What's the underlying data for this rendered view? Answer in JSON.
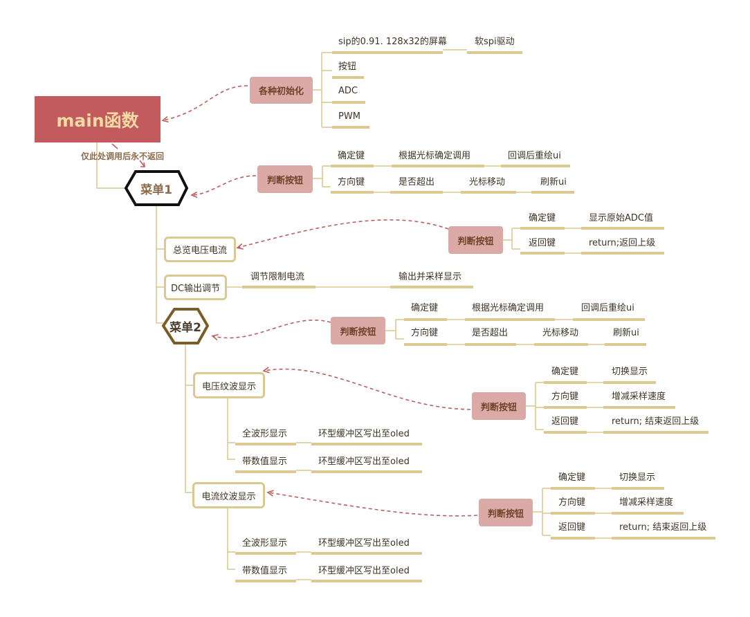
{
  "main": {
    "title": "main函数",
    "note": "仅此处调用后永不返回",
    "init": {
      "label": "各种初始化",
      "items": [
        "sip的0.91. 128x32的屏幕",
        "按钮",
        "ADC",
        "PWM"
      ],
      "driver": "软spi驱动"
    }
  },
  "menu1": {
    "label": "菜单1",
    "judge": {
      "label": "判断按钮",
      "confirm": [
        "确定键",
        "根据光标确定调用",
        "回调后重绘ui"
      ],
      "direction": [
        "方向键",
        "是否超出",
        "光标移动",
        "刷新ui"
      ]
    },
    "overview": {
      "label": "总览电压电流",
      "judge": {
        "label": "判断按钮",
        "confirm": [
          "确定键",
          "显示原始ADC值"
        ],
        "back": [
          "返回键",
          "return;返回上级"
        ]
      }
    },
    "dc": {
      "label": "DC输出调节",
      "items": [
        "调节限制电流",
        "输出并采样显示"
      ]
    }
  },
  "menu2": {
    "label": "菜单2",
    "judge": {
      "label": "判断按钮",
      "confirm": [
        "确定键",
        "根据光标确定调用",
        "回调后重绘ui"
      ],
      "direction": [
        "方向键",
        "是否超出",
        "光标移动",
        "刷新ui"
      ]
    },
    "voltage": {
      "label": "电压纹波显示",
      "judge": {
        "label": "判断按钮",
        "rows": [
          [
            "确定键",
            "切换显示"
          ],
          [
            "方向键",
            "增减采样速度"
          ],
          [
            "返回键",
            "return; 结束返回上级"
          ]
        ]
      },
      "full": [
        "全波形显示",
        "环型缓冲区写出至oled"
      ],
      "numeric": [
        "带数值显示",
        "环型缓冲区写出至oled"
      ]
    },
    "current": {
      "label": "电流纹波显示",
      "judge": {
        "label": "判断按钮",
        "rows": [
          [
            "确定键",
            "切换显示"
          ],
          [
            "方向键",
            "增减采样速度"
          ],
          [
            "返回键",
            "return; 结束返回上级"
          ]
        ]
      },
      "full": [
        "全波形显示",
        "环型缓冲区写出至oled"
      ],
      "numeric": [
        "带数值显示",
        "环型缓冲区写出至oled"
      ]
    }
  },
  "colors": {
    "main": "#c25b5d",
    "main_text": "#f3d9a3",
    "judge": "#dba9a6",
    "line": "#dcc891",
    "arrow": "#b95f5c",
    "menu1_border": "#111111",
    "menu2_border": "#7b5c26"
  }
}
